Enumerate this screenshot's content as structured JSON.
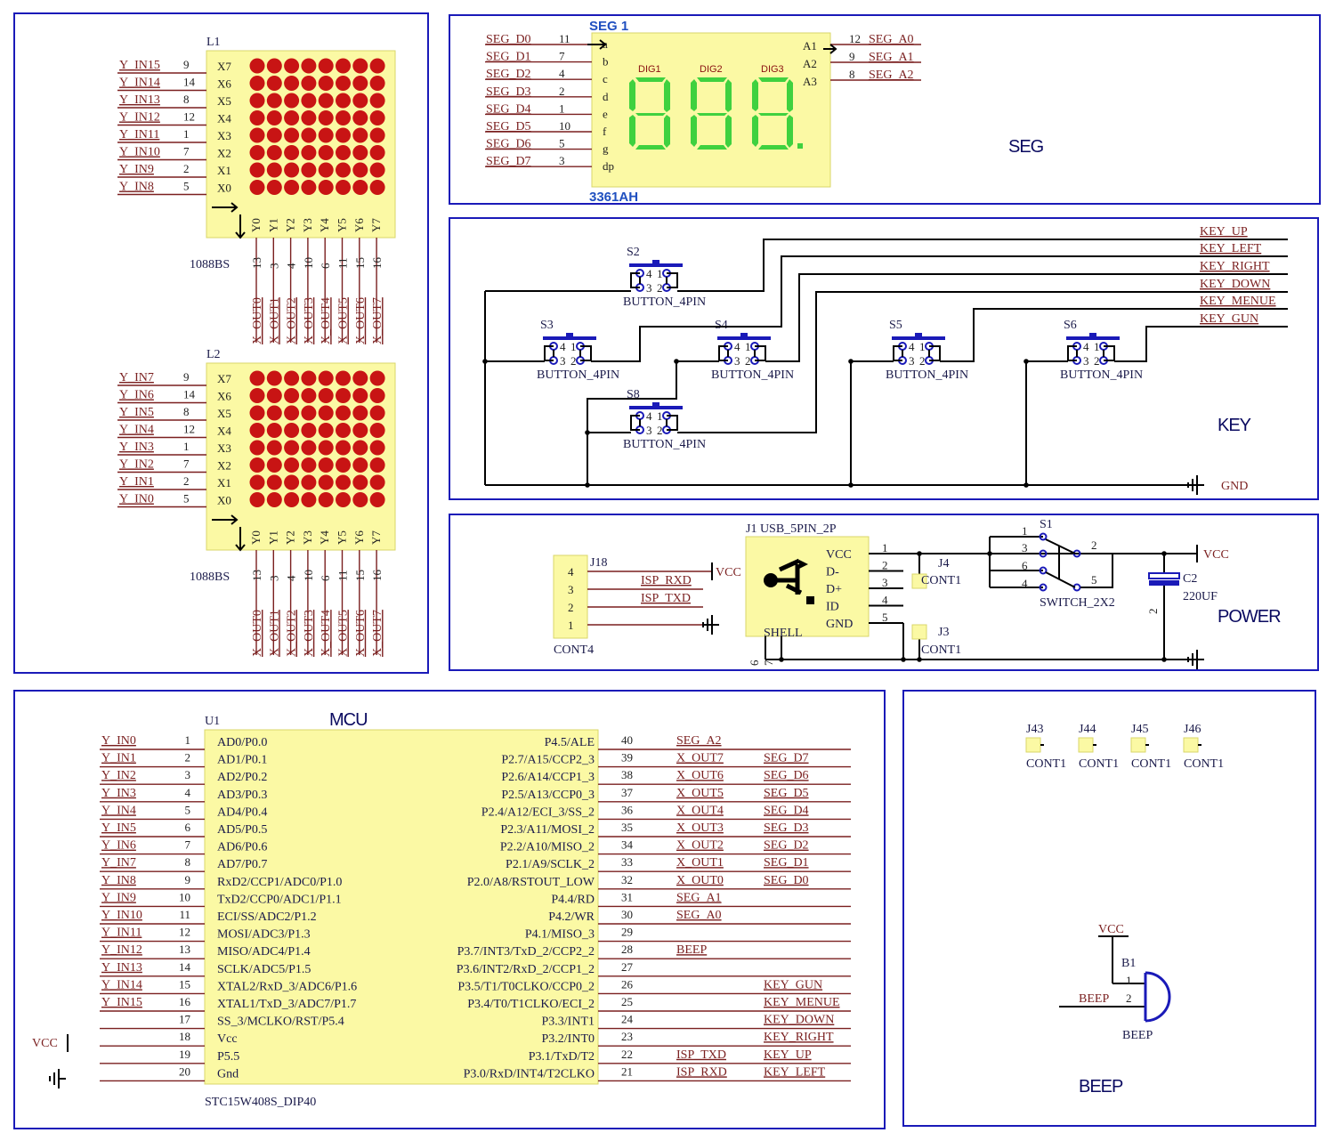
{
  "sections": {
    "seg": "SEG",
    "key": "KEY",
    "power": "POWER",
    "mcu": "MCU",
    "beep": "BEEP"
  },
  "matrix": {
    "chip": "1088BS",
    "l1_ref": "L1",
    "l2_ref": "L2",
    "row_labels": [
      "X7",
      "X6",
      "X5",
      "X4",
      "X3",
      "X2",
      "X1",
      "X0"
    ],
    "col_labels": [
      "Y0",
      "Y1",
      "Y2",
      "Y3",
      "Y4",
      "Y5",
      "Y6",
      "Y7"
    ],
    "row_pins": [
      "9",
      "14",
      "8",
      "12",
      "1",
      "7",
      "2",
      "5"
    ],
    "col_pins": [
      "13",
      "3",
      "4",
      "10",
      "6",
      "11",
      "15",
      "16"
    ],
    "l1_nets": [
      "Y_IN15",
      "Y_IN14",
      "Y_IN13",
      "Y_IN12",
      "Y_IN11",
      "Y_IN10",
      "Y_IN9",
      "Y_IN8"
    ],
    "l2_nets": [
      "Y_IN7",
      "Y_IN6",
      "Y_IN5",
      "Y_IN4",
      "Y_IN3",
      "Y_IN2",
      "Y_IN1",
      "Y_IN0"
    ],
    "out_nets": [
      "X_OUT0",
      "X_OUT1",
      "X_OUT2",
      "X_OUT3",
      "X_OUT4",
      "X_OUT5",
      "X_OUT6",
      "X_OUT7"
    ],
    "dot_color": "#c81414"
  },
  "seg": {
    "ref": "SEG 1",
    "part": "3361AH",
    "left_nets": [
      "SEG_D0",
      "SEG_D1",
      "SEG_D2",
      "SEG_D3",
      "SEG_D4",
      "SEG_D5",
      "SEG_D6",
      "SEG_D7"
    ],
    "left_pins": [
      "11",
      "7",
      "4",
      "2",
      "1",
      "10",
      "5",
      "3"
    ],
    "left_labels": [
      "a",
      "b",
      "c",
      "d",
      "e",
      "f",
      "g",
      "dp"
    ],
    "right_nets": [
      "SEG_A0",
      "SEG_A1",
      "SEG_A2"
    ],
    "right_pins": [
      "12",
      "9",
      "8"
    ],
    "right_labels": [
      "A1",
      "A2",
      "A3"
    ],
    "digits": [
      "DIG1",
      "DIG2",
      "DIG3"
    ],
    "digit_color": "#3fd13f"
  },
  "key": {
    "nets": [
      "KEY_UP",
      "KEY_LEFT",
      "KEY_RIGHT",
      "KEY_DOWN",
      "KEY_MENUE",
      "KEY_GUN"
    ],
    "buttons": [
      "S2",
      "S3",
      "S4",
      "S5",
      "S6",
      "S8"
    ],
    "button_type": "BUTTON_4PIN",
    "pins": [
      "4",
      "1",
      "3",
      "2"
    ],
    "gnd": "GND"
  },
  "power": {
    "j18": "J18",
    "j18_part": "CONT4",
    "j18_pins": [
      "4",
      "3",
      "2",
      "1"
    ],
    "j18_nets": [
      "ISP_RXD",
      "ISP_TXD"
    ],
    "vcc": "VCC",
    "j1": "J1 USB_5PIN_2P",
    "usb_pins": [
      "VCC",
      "D-",
      "D+",
      "ID",
      "GND"
    ],
    "usb_nums": [
      "1",
      "2",
      "3",
      "4",
      "5"
    ],
    "shell": "SHELL",
    "shell_pins": [
      "6",
      "7"
    ],
    "j4": "J4",
    "j3": "J3",
    "cont1": "CONT1",
    "s1": "S1",
    "s1_part": "SWITCH_2X2",
    "s1_pins": [
      "1",
      "3",
      "6",
      "4",
      "2",
      "5"
    ],
    "c2": "C2",
    "c2_val": "220UF",
    "c2_pin": "2"
  },
  "mcu": {
    "ref": "U1",
    "part": "STC15W408S_DIP40",
    "left_pins": [
      "AD0/P0.0",
      "AD1/P0.1",
      "AD2/P0.2",
      "AD3/P0.3",
      "AD4/P0.4",
      "AD5/P0.5",
      "AD6/P0.6",
      "AD7/P0.7",
      "RxD2/CCP1/ADC0/P1.0",
      "TxD2/CCP0/ADC1/P1.1",
      "ECI/SS/ADC2/P1.2",
      "MOSI/ADC3/P1.3",
      "MISO/ADC4/P1.4",
      "SCLK/ADC5/P1.5",
      "XTAL2/RxD_3/ADC6/P1.6",
      "XTAL1/TxD_3/ADC7/P1.7",
      "SS_3/MCLKO/RST/P5.4",
      "Vcc",
      "P5.5",
      "Gnd"
    ],
    "left_nums": [
      "1",
      "2",
      "3",
      "4",
      "5",
      "6",
      "7",
      "8",
      "9",
      "10",
      "11",
      "12",
      "13",
      "14",
      "15",
      "16",
      "17",
      "18",
      "19",
      "20"
    ],
    "left_nets": [
      "Y_IN0",
      "Y_IN1",
      "Y_IN2",
      "Y_IN3",
      "Y_IN4",
      "Y_IN5",
      "Y_IN6",
      "Y_IN7",
      "Y_IN8",
      "Y_IN9",
      "Y_IN10",
      "Y_IN11",
      "Y_IN12",
      "Y_IN13",
      "Y_IN14",
      "Y_IN15"
    ],
    "vcc": "VCC",
    "right_pins": [
      "P4.5/ALE",
      "P2.7/A15/CCP2_3",
      "P2.6/A14/CCP1_3",
      "P2.5/A13/CCP0_3",
      "P2.4/A12/ECI_3/SS_2",
      "P2.3/A11/MOSI_2",
      "P2.2/A10/MISO_2",
      "P2.1/A9/SCLK_2",
      "P2.0/A8/RSTOUT_LOW",
      "P4.4/RD",
      "P4.2/WR",
      "P4.1/MISO_3",
      "P3.7/INT3/TxD_2/CCP2_2",
      "P3.6/INT2/RxD_2/CCP1_2",
      "P3.5/T1/T0CLKO/CCP0_2",
      "P3.4/T0/T1CLKO/ECI_2",
      "P3.3/INT1",
      "P3.2/INT0",
      "P3.1/TxD/T2",
      "P3.0/RxD/INT4/T2CLKO"
    ],
    "right_nums": [
      "40",
      "39",
      "38",
      "37",
      "36",
      "35",
      "34",
      "33",
      "32",
      "31",
      "30",
      "29",
      "28",
      "27",
      "26",
      "25",
      "24",
      "23",
      "22",
      "21"
    ],
    "right_nets_a": [
      "SEG_A2",
      "X_OUT7",
      "X_OUT6",
      "X_OUT5",
      "X_OUT4",
      "X_OUT3",
      "X_OUT2",
      "X_OUT1",
      "X_OUT0",
      "SEG_A1",
      "SEG_A0",
      "",
      "BEEP",
      "",
      "",
      "",
      "",
      "",
      "ISP_TXD",
      "ISP_RXD"
    ],
    "right_nets_b": [
      "",
      "SEG_D7",
      "SEG_D6",
      "SEG_D5",
      "SEG_D4",
      "SEG_D3",
      "SEG_D2",
      "SEG_D1",
      "SEG_D0",
      "",
      "",
      "",
      "",
      "",
      "KEY_GUN",
      "KEY_MENUE",
      "KEY_DOWN",
      "KEY_RIGHT",
      "KEY_UP",
      "KEY_LEFT"
    ]
  },
  "beep": {
    "conns": [
      "J43",
      "J44",
      "J45",
      "J46"
    ],
    "cont1": "CONT1",
    "ref": "B1",
    "vcc": "VCC",
    "net": "BEEP",
    "part": "BEEP",
    "pins": [
      "1",
      "2"
    ]
  }
}
